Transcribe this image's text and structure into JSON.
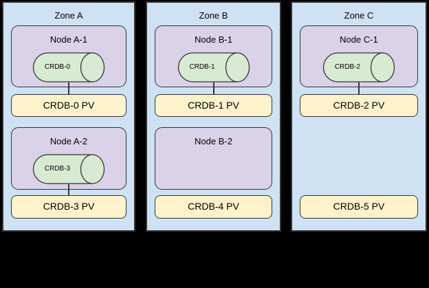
{
  "diagram": {
    "zones": [
      {
        "title": "Zone A",
        "node1": {
          "label": "Node A-1",
          "cylinder": "CRDB-0"
        },
        "pv1": "CRDB-0 PV",
        "node2": {
          "label": "Node A-2",
          "cylinder": "CRDB-3"
        },
        "pv2": "CRDB-3 PV"
      },
      {
        "title": "Zone B",
        "node1": {
          "label": "Node B-1",
          "cylinder": "CRDB-1"
        },
        "pv1": "CRDB-1 PV",
        "node2": {
          "label": "Node B-2"
        },
        "pv2": "CRDB-4 PV"
      },
      {
        "title": "Zone C",
        "node1": {
          "label": "Node C-1",
          "cylinder": "CRDB-2"
        },
        "pv1": "CRDB-2 PV",
        "pv2": "CRDB-5 PV"
      }
    ],
    "colors": {
      "canvas-bg": "#000000",
      "zone-fill": "#cfe2f3",
      "node-fill": "#d9d2e9",
      "cylinder-fill": "#d9ead3",
      "pv-fill": "#fff2cc",
      "outline": "#333333"
    }
  }
}
